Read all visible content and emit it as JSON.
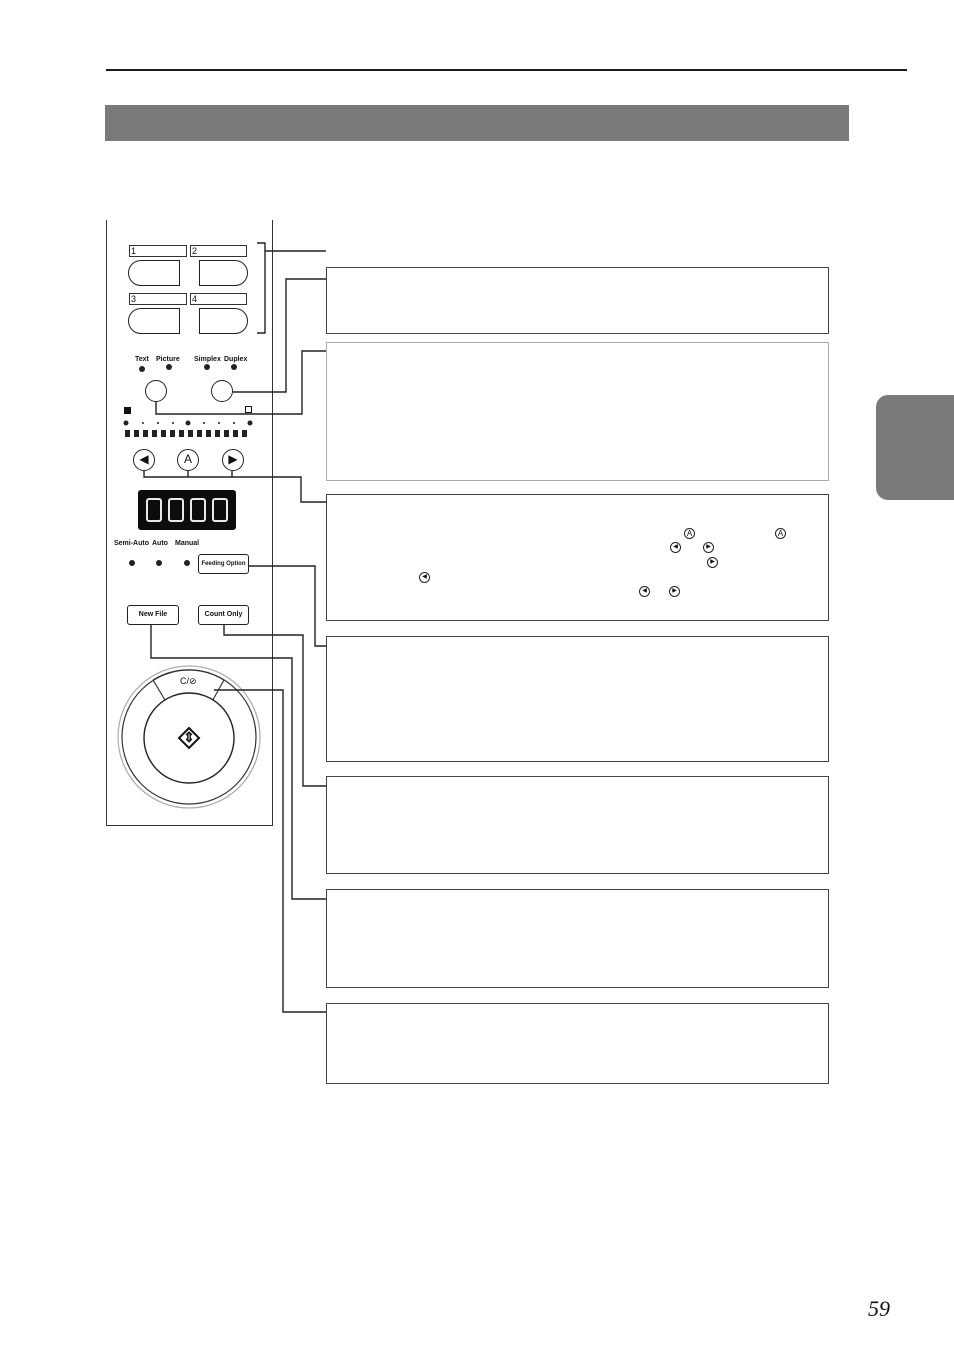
{
  "page": {
    "number": "59"
  },
  "panel": {
    "slots": [
      {
        "num": "1"
      },
      {
        "num": "2"
      },
      {
        "num": "3"
      },
      {
        "num": "4"
      }
    ],
    "mode_labels": {
      "text": "Text",
      "picture": "Picture",
      "simplex": "Simplex",
      "duplex": "Duplex"
    },
    "nav": {
      "left": "◀",
      "auto": "A",
      "right": "▶"
    },
    "counter_display": "0000",
    "feed_labels": {
      "semi_auto": "Semi-Auto",
      "auto": "Auto",
      "manual": "Manual"
    },
    "buttons": {
      "feeding_option": "Feeding Option",
      "new_file": "New File",
      "count_only": "Count Only",
      "clear_stop": "C/⊘",
      "start": "⇕"
    }
  },
  "inline_icons": {
    "a_icon": "A",
    "left_icon": "◀",
    "right_icon": "▶"
  }
}
